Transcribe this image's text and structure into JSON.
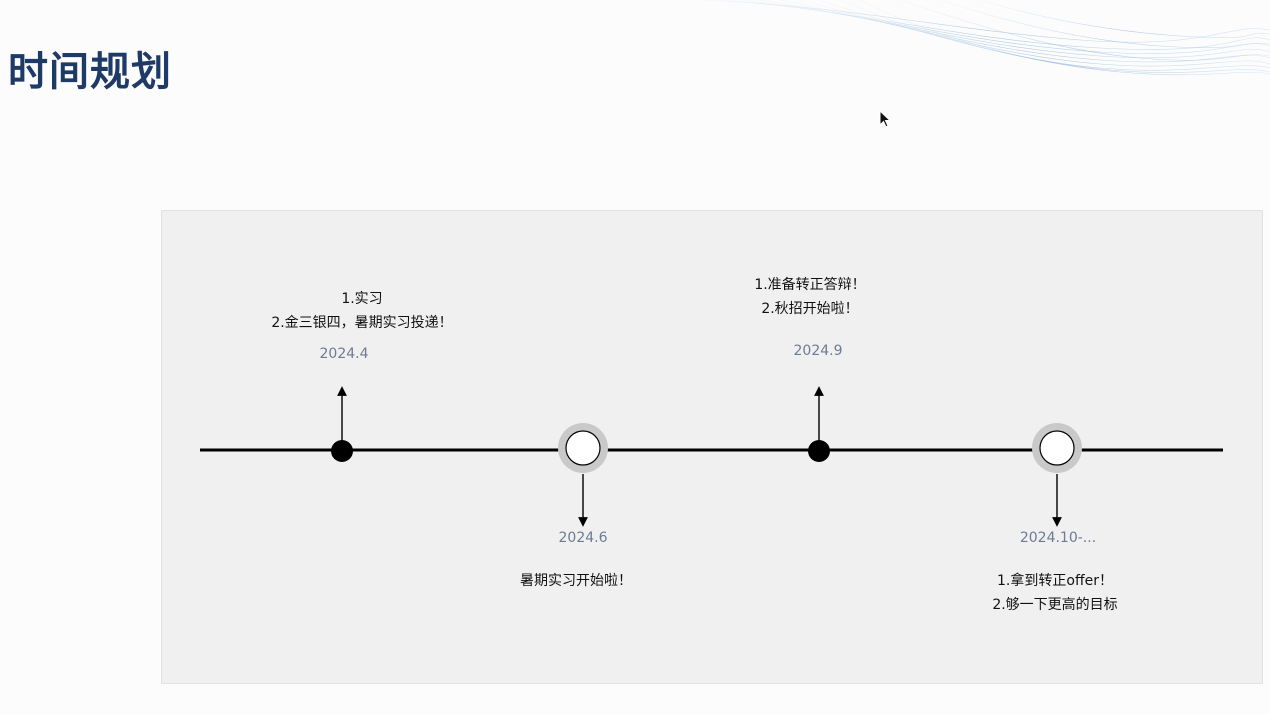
{
  "slide": {
    "title": "时间规划"
  },
  "timeline": {
    "events": [
      {
        "date": "2024.4",
        "notes": [
          "1.实习",
          "2.金三银四，暑期实习投递！"
        ],
        "marker": "filled-dot",
        "side": "above"
      },
      {
        "date": "2024.6",
        "notes": [
          "暑期实习开始啦！"
        ],
        "marker": "ring",
        "side": "below"
      },
      {
        "date": "2024.9",
        "notes": [
          "1.准备转正答辩！",
          "2.秋招开始啦！"
        ],
        "marker": "filled-dot",
        "side": "above"
      },
      {
        "date": "2024.10-...",
        "notes": [
          "1.拿到转正offer！",
          "2.够一下更高的目标"
        ],
        "marker": "ring",
        "side": "below"
      }
    ]
  },
  "colors": {
    "title": "#1e3a66",
    "panel_background": "#f0f0f0",
    "date_text": "#6d7b93",
    "axis_line": "#000000",
    "ring_outer": "#c9c9c9"
  }
}
